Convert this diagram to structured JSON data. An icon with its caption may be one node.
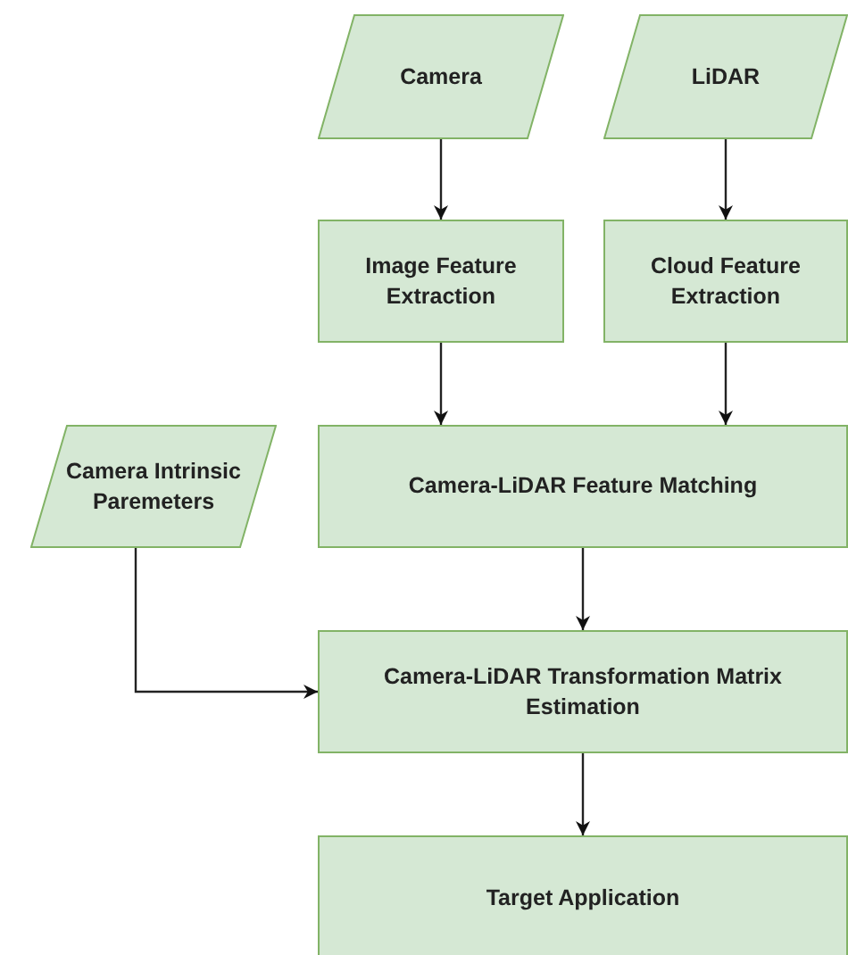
{
  "diagram": {
    "nodes": [
      {
        "text": [
          "Camera"
        ]
      },
      {
        "text": [
          "LiDAR"
        ]
      },
      {
        "text": [
          "Image Feature Extraction"
        ]
      },
      {
        "text": [
          "Cloud Feature Extraction"
        ]
      },
      {
        "text": [
          "Camera Intrinsic Paremeters"
        ]
      },
      {
        "text": [
          "Camera-LiDAR Feature Matching"
        ]
      },
      {
        "text": [
          "Camera-LiDAR Transformation Matrix Estimation"
        ]
      },
      {
        "text": [
          "Target Application"
        ]
      }
    ],
    "edges": [
      {
        "from": 0,
        "to": 2,
        "arrow": "to"
      },
      {
        "from": 1,
        "to": 3,
        "arrow": "to"
      },
      {
        "from": 2,
        "to": 5,
        "arrow": "to"
      },
      {
        "from": 3,
        "to": 5,
        "arrow": "to"
      },
      {
        "from": 4,
        "to": 6,
        "arrow": "to"
      },
      {
        "from": 5,
        "to": 6,
        "arrow": "to"
      },
      {
        "from": 6,
        "to": 7,
        "arrow": "to"
      }
    ]
  }
}
